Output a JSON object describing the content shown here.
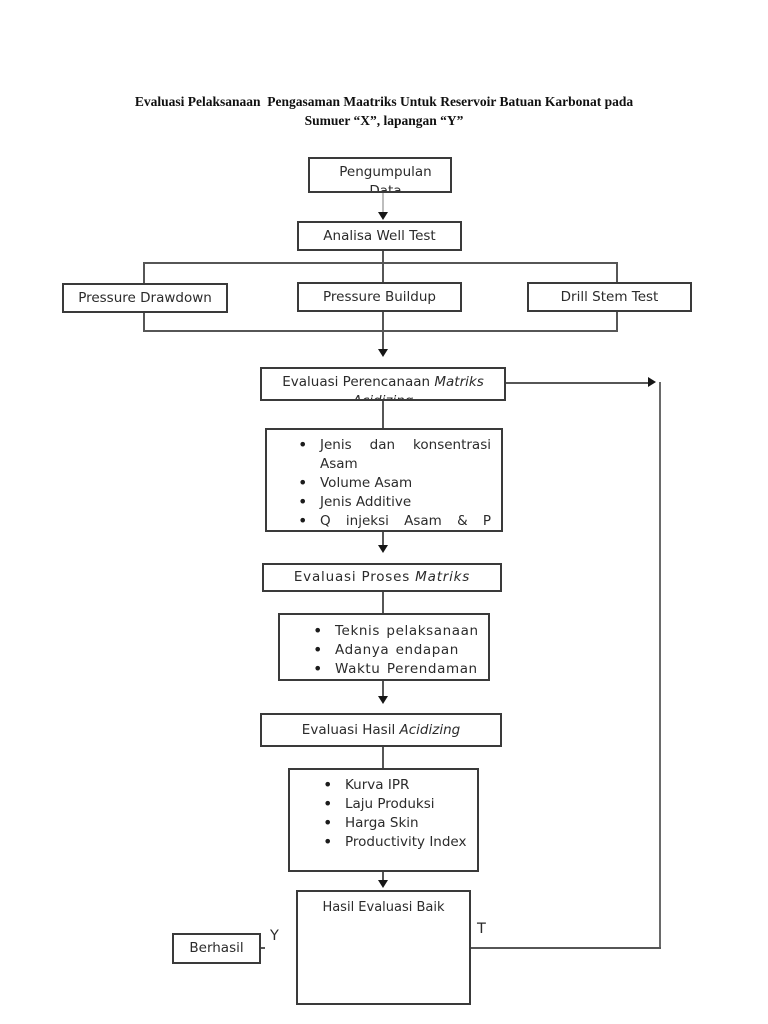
{
  "title": {
    "line1": "Evaluasi Pelaksanaan  Pengasaman Maatriks Untuk Reservoir Batuan Karbonat pada",
    "line2": "Sumuer “X”, lapangan “Y”"
  },
  "nodes": {
    "pengumpulan_data": "Pengumpulan Data",
    "analisa_well_test": "Analisa Well Test",
    "pressure_drawdown": "Pressure Drawdown",
    "pressure_buildup": "Pressure Buildup",
    "drill_stem_test": "Drill Stem Test",
    "evaluasi_perencanaan": {
      "normal": "Evaluasi Perencanaan ",
      "italic": "Matriks Acidizing"
    },
    "evaluasi_proses": {
      "normal": "Evaluasi Proses ",
      "italic": "Matriks"
    },
    "evaluasi_hasil": {
      "normal": "Evaluasi Hasil ",
      "italic": "Acidizing"
    },
    "hasil_evaluasi_baik": "Hasil Evaluasi Baik",
    "berhasil": "Berhasil"
  },
  "lists": {
    "perencanaan_detail": {
      "items": [
        "Jenis dan konsentrasi Asam",
        "Volume Asam",
        "Jenis Additive",
        "Q injeksi Asam & P"
      ]
    },
    "proses_detail": {
      "items": [
        "Teknis pelaksanaan",
        "Adanya endapan",
        "Waktu Perendaman"
      ]
    },
    "hasil_detail": {
      "items": [
        "Kurva IPR",
        "Laju Produksi",
        "Harga Skin",
        "Productivity Index"
      ]
    }
  },
  "branch_labels": {
    "yes": "Y",
    "no": "T"
  },
  "colors": {
    "ink": "#2b2b2b",
    "line": "#565656",
    "arrow": "#161616",
    "page_bg": "#ffffff"
  }
}
